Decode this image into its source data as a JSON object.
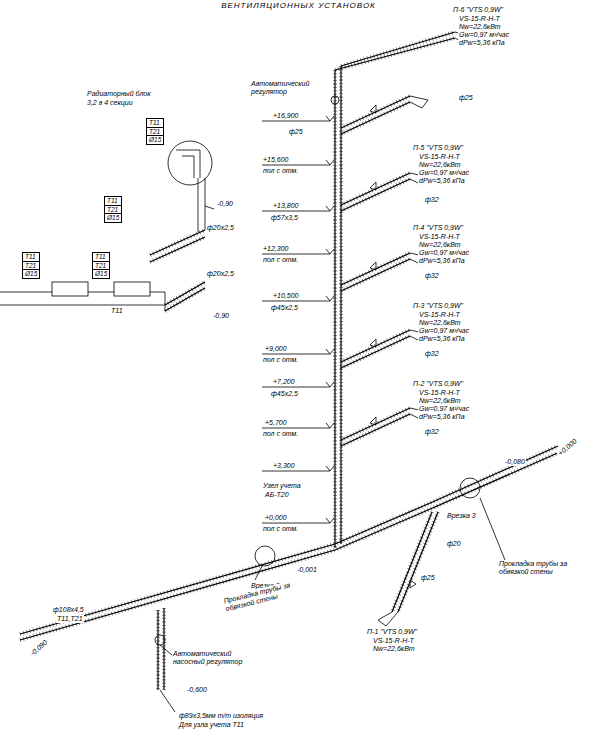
{
  "diagram": {
    "title": "ВЕНТИЛЯЦИОННЫХ УСТАНОВОК",
    "nodes": [
      {
        "text": [
          "Т11",
          "Т21",
          "Ø15"
        ]
      },
      {
        "text": [
          "Т11",
          "Т21",
          "Ø15"
        ]
      },
      {
        "text": [
          "Т11",
          "Т21",
          "Ø15"
        ]
      },
      {
        "text": [
          "Т11",
          "Т21",
          "Ø15"
        ]
      }
    ],
    "labels": [
      "П-6 \"VTS 0,9W\"",
      "VS-15-R-H-T",
      "Nw=22,6кВт",
      "Gw=0,97 м³/час",
      "dPw=5,36 кПа",
      "Автоматический регулятор",
      "+16,900",
      "ф25",
      "ф25",
      "П-5 \"VTS 0,9W\"",
      "VS-15-R-H-T",
      "Nw=22,6кВт",
      "Gw=0,97 м³/час",
      "dPw=5,36 кПа",
      "ф32",
      "+15,600",
      "пол с отм.",
      "+13,800",
      "ф57х3,5",
      "П-4 \"VTS 0,9W\"",
      "VS-15-R-H-T",
      "Nw=22,6кВт",
      "Gw=0,97 м³/час",
      "dPw=5,36 кПа",
      "ф32",
      "+12,300",
      "пол с отм.",
      "+10,500",
      "ф45х2,5",
      "П-3 \"VTS 0,9W\"",
      "VS-15-R-H-T",
      "Nw=22,6кВт",
      "Gw=0,97 м³/час",
      "dPw=5,36 кПа",
      "ф32",
      "+9,000",
      "пол с отм.",
      "+7,200",
      "ф45х2,5",
      "П-2 \"VTS 0,9W\"",
      "VS-15-R-H-T",
      "Nw=22,6кВт",
      "Gw=0,97 м³/час",
      "dPw=5,36 кПа",
      "ф32",
      "+5,700",
      "пол с отм.",
      "+3,300",
      "Узел учета",
      "АБ-Т20",
      "+0,000",
      "пол с отм.",
      "Врезка 3",
      "-0,001",
      "Прокладка трубы за обвязкой стены",
      "ф108х4,5",
      "Т11,Т21",
      "-0,090",
      "Автоматический насосный регулятор",
      "-0,600",
      "ф89х3,5мм т/т изоляция",
      "Для узла учета Т11",
      "-0,080",
      "+0,000",
      "Врезка 3",
      "ф20",
      "ф25",
      "Прокладка трубы за обвязкой стены",
      "П-1 \"VTS 0,9W\"",
      "VS-15-R-H-T",
      "Nw=22,6кВт",
      "Радиаторный блок",
      "3,2 в 4 секции",
      "-0,90",
      "ф20х2,5",
      "ф20х2,5",
      "-0,90",
      "Т11"
    ]
  }
}
